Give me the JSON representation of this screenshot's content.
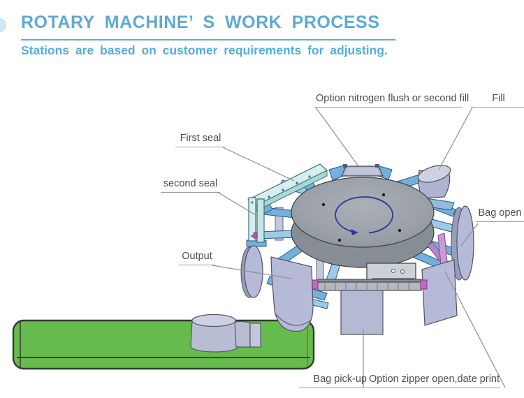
{
  "header": {
    "title": "ROTARY MACHINE’ S WORK PROCESS",
    "subtitle": "Stations are based on customer requirements for adjusting.",
    "accent_color": "#5fa9d3",
    "subtitle_color": "#56aedb"
  },
  "diagram": {
    "labels": {
      "nitrogen": "Option nitrogen flush or second fill",
      "fill": "Fill",
      "first_seal": "First seal",
      "second_seal": "second seal",
      "bag_open": "Bag open",
      "output": "Output",
      "bag_pickup": "Bag pick-up",
      "zipper": "Option zipper open,date print"
    },
    "colors": {
      "turntable_gray": "#9aa0a8",
      "arm_blue": "#74b0dc",
      "arm_blue_light": "#9ccae8",
      "seal_bar_cyan": "#d4efee",
      "station_lavender": "#b6bad6",
      "conveyor_green": "#67bb4c",
      "rotation_arrow_blue": "#2a36a0",
      "gripper_pink": "#c99ad4",
      "leader_line_gray": "#8f8f8f",
      "label_text_gray": "#4d4d4d"
    }
  }
}
